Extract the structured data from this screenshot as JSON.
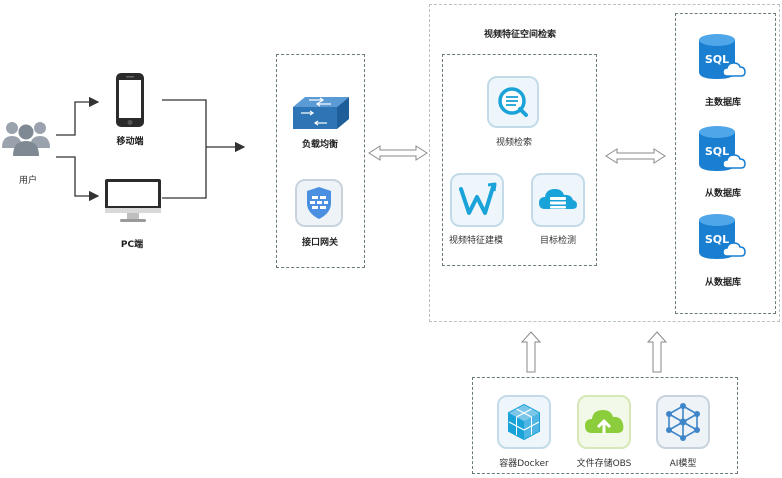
{
  "diagram": {
    "user": {
      "label": "用户"
    },
    "mobile": {
      "label": "移动端"
    },
    "pc": {
      "label": "PC端"
    },
    "gateway_group": {
      "load_balance": "负载均衡",
      "api_gateway": "接口网关"
    },
    "space": {
      "title": "视频特征空间检索",
      "video_search": "视频检索",
      "feature_modeling": "视频特征建模",
      "object_detection": "目标检测"
    },
    "databases": {
      "icon_text": "SQL",
      "master": "主数据库",
      "slave_1": "从数据库",
      "slave_2": "从数据库"
    },
    "infrastructure": {
      "docker": "容器Docker",
      "obs": "文件存储OBS",
      "ai": "AI模型"
    }
  }
}
